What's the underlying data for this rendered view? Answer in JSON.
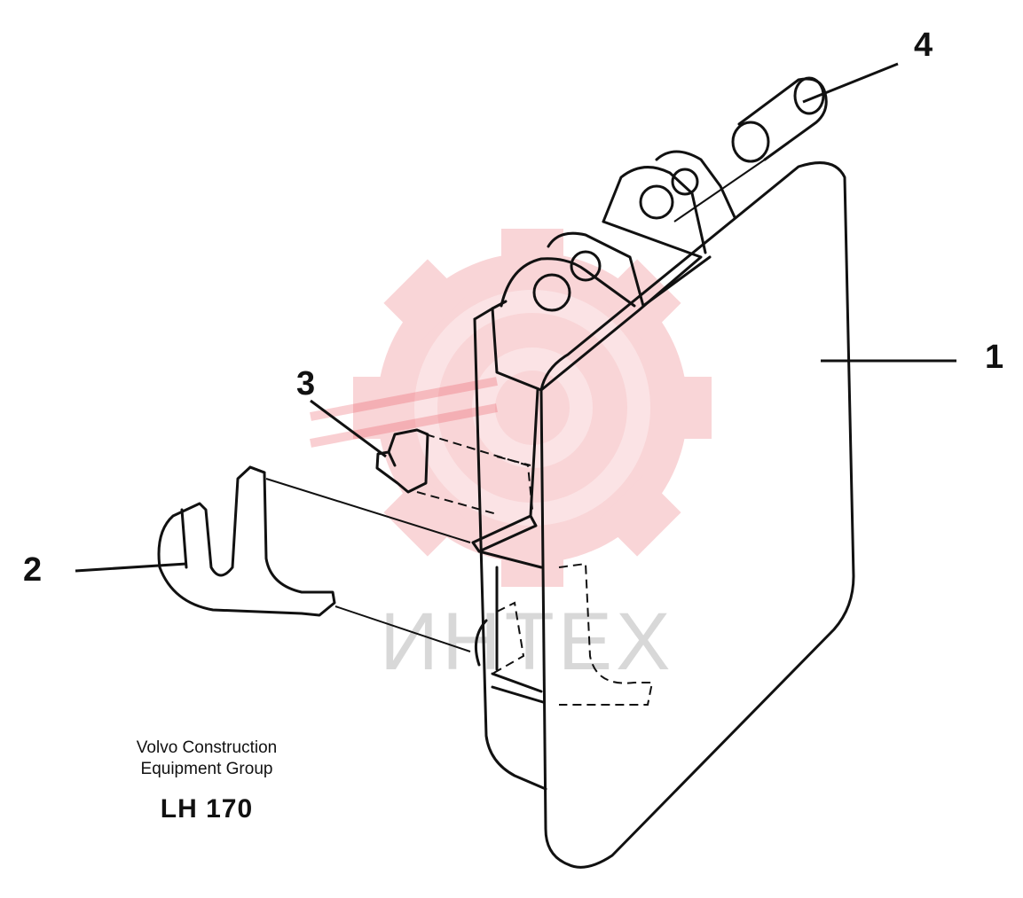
{
  "callouts": [
    {
      "id": "1",
      "label": "1"
    },
    {
      "id": "2",
      "label": "2"
    },
    {
      "id": "3",
      "label": "3"
    },
    {
      "id": "4",
      "label": "4"
    }
  ],
  "caption": {
    "line1": "Volvo Construction",
    "line2": "Equipment Group",
    "model": "LH 170"
  },
  "watermark": {
    "text": "ИНТЕХ",
    "color": "#e8434f"
  }
}
